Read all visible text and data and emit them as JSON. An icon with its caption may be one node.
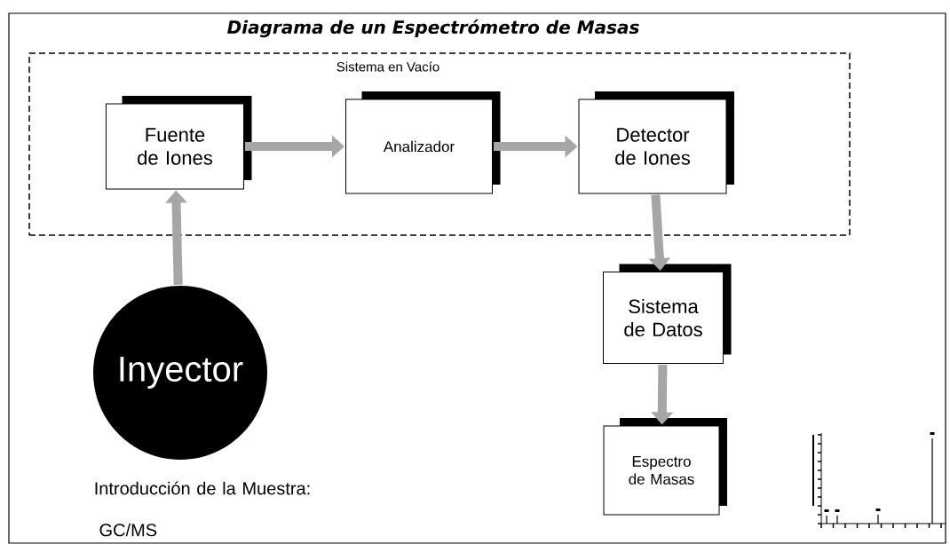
{
  "diagram": {
    "title": "Diagrama de un Espectrómetro de Masas",
    "nodes": [
      {
        "text": [
          "Sistema en Vacío"
        ]
      },
      {
        "text": [
          "Fuente de Iones"
        ],
        "in": 0
      },
      {
        "text": [
          "Analizador"
        ],
        "in": 0
      },
      {
        "text": [
          "Detector de Iones"
        ],
        "in": 0
      },
      {
        "text": [
          "Inyector"
        ],
        "beside": [
          "Introducción de la Muestra:"
        ]
      },
      {
        "text": [
          "Sistema de Datos"
        ]
      },
      {
        "text": [
          "Espectro de Masas"
        ]
      }
    ],
    "edges": [
      {
        "from": 1,
        "to": 2,
        "arrow": "to"
      },
      {
        "from": 2,
        "to": 3,
        "arrow": "to"
      },
      {
        "from": 4,
        "to": 1,
        "arrow": "to"
      },
      {
        "from": 3,
        "to": 5,
        "arrow": "to"
      },
      {
        "from": 5,
        "to": 6,
        "arrow": "to"
      }
    ],
    "labels": [
      "GC/MS"
    ]
  }
}
